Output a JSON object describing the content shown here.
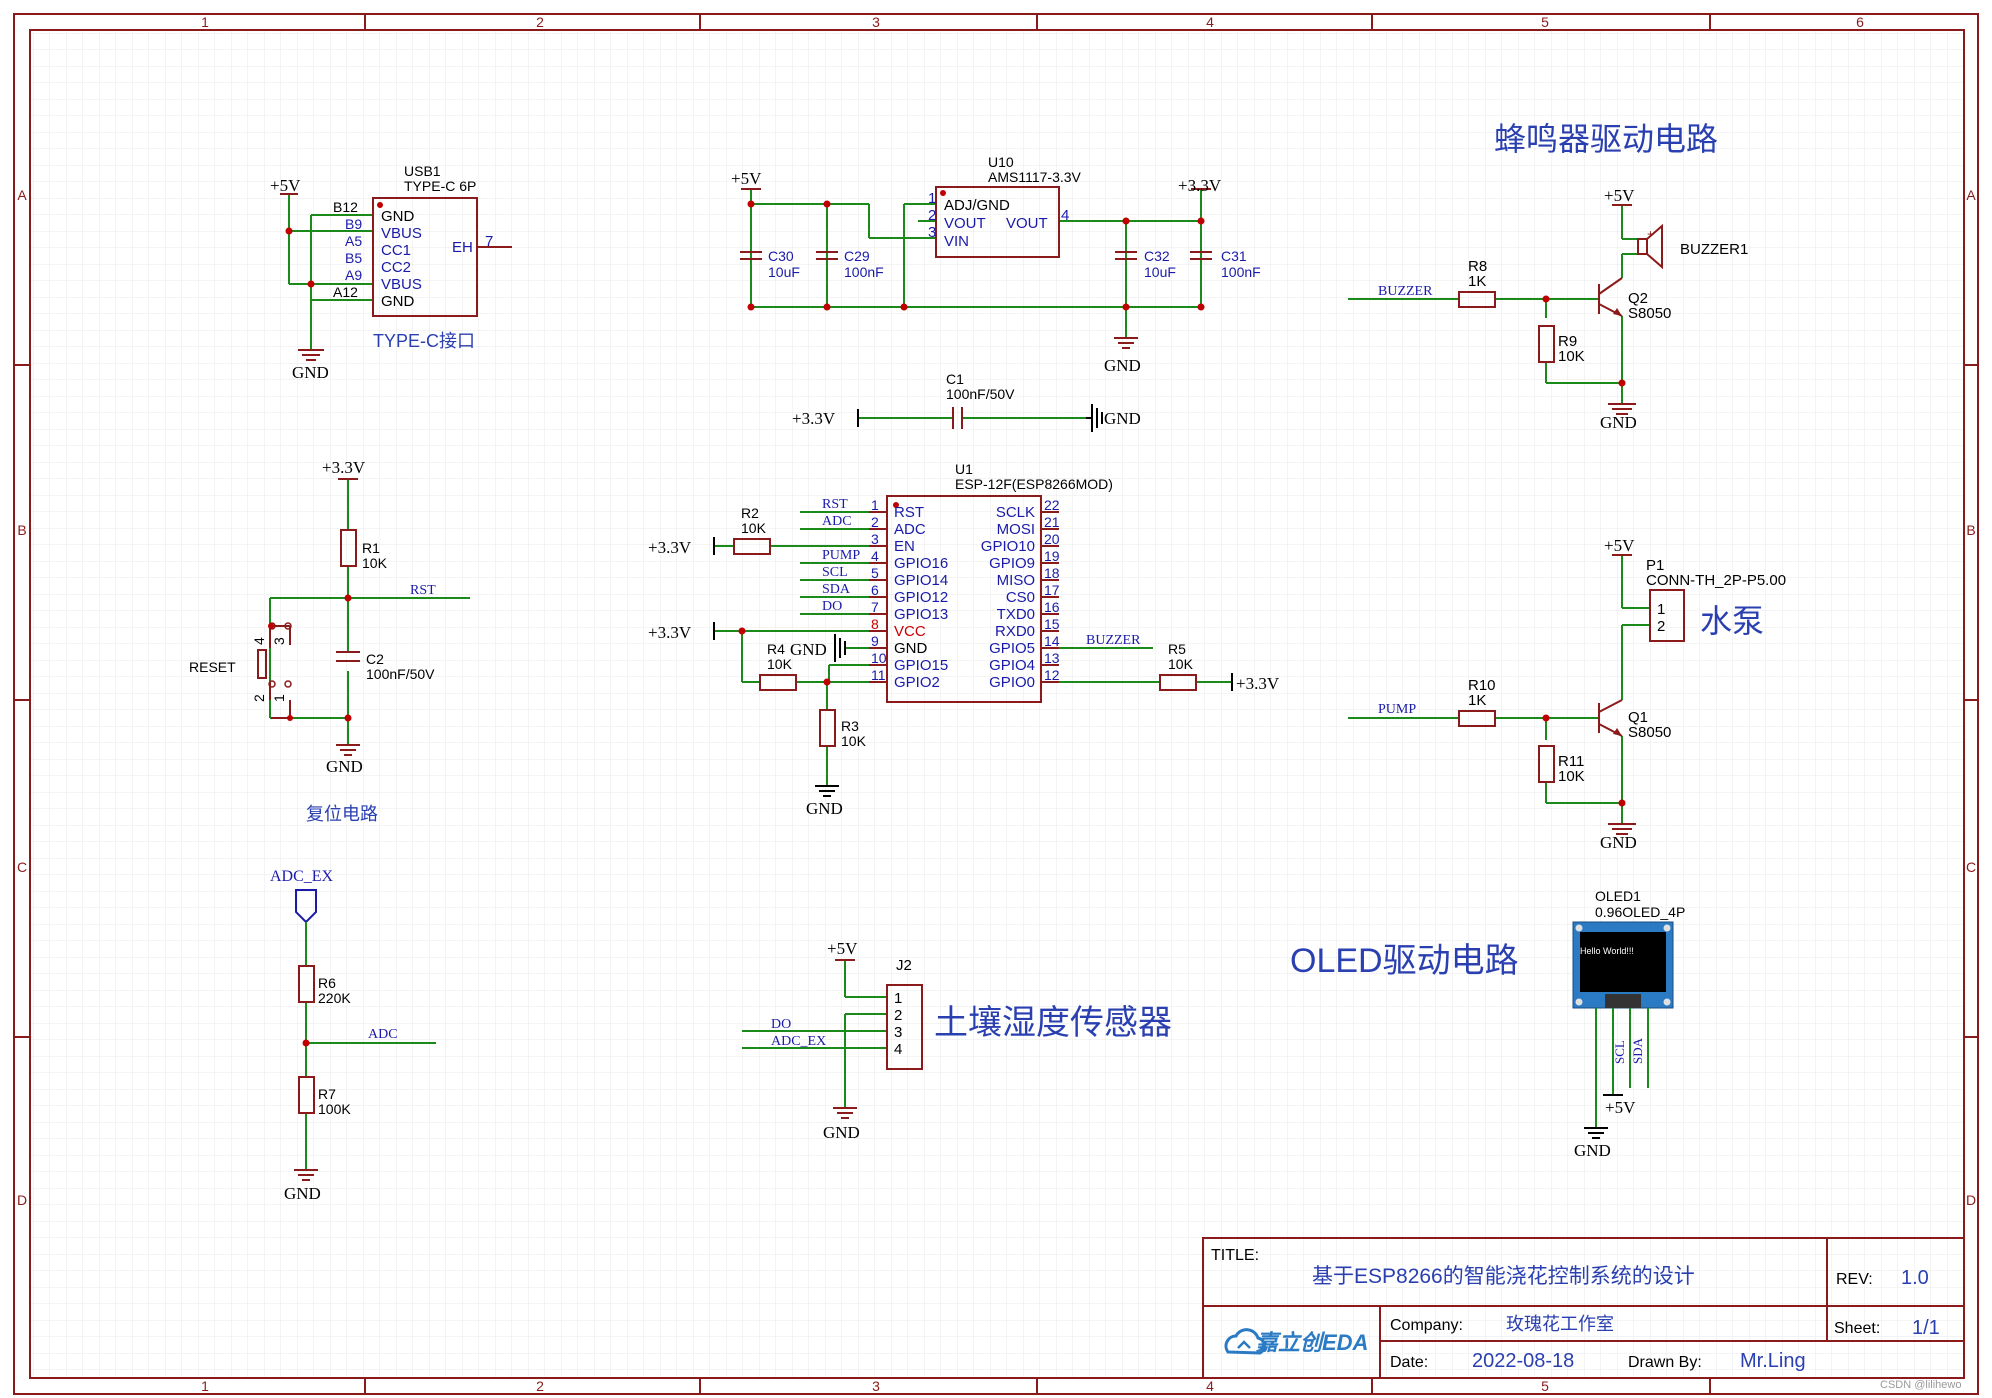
{
  "colors": {
    "wire": "#1a8a1a",
    "part": "#8b1a1a",
    "pin_text": "#1a1aaa",
    "net_text": "#1a1aaa",
    "frame": "#8b1a1a",
    "grid": "#e6e6e6",
    "junction": "#c00000",
    "black": "#000000",
    "blue_title": "#2a3fb0"
  },
  "border": {
    "cols": [
      "1",
      "2",
      "3",
      "4",
      "5",
      "6"
    ],
    "rows": [
      "A",
      "B",
      "C",
      "D"
    ]
  },
  "sections": {
    "buzzer_title": "蜂鸣器驱动电路",
    "pump_label": "水泵",
    "oled_title": "OLED驱动电路",
    "soil_title": "土壤湿度传感器",
    "reset_title": "复位电路",
    "typec_title": "TYPE-C接口"
  },
  "usb": {
    "ref": "USB1",
    "value": "TYPE-C 6P",
    "pin_nums": [
      "B12",
      "B9",
      "A5",
      "B5",
      "A9",
      "A12"
    ],
    "pin_names": [
      "GND",
      "VBUS",
      "CC1",
      "CC2",
      "VBUS",
      "GND"
    ],
    "eh": "EH",
    "eh_num": "7",
    "power": "+5V",
    "gnd": "GND"
  },
  "ldo": {
    "ref": "U10",
    "value": "AMS1117-3.3V",
    "pin_nums": [
      "1",
      "2",
      "3",
      "4"
    ],
    "pin_left": [
      "ADJ/GND",
      "VOUT",
      "VIN"
    ],
    "pin_right": "VOUT",
    "in_power": "+5V",
    "out_power": "+3.3V",
    "gnd": "GND",
    "caps": [
      {
        "ref": "C30",
        "value": "10uF"
      },
      {
        "ref": "C29",
        "value": "100nF"
      },
      {
        "ref": "C32",
        "value": "10uF"
      },
      {
        "ref": "C31",
        "value": "100nF"
      }
    ]
  },
  "c1": {
    "ref": "C1",
    "value": "100nF/50V",
    "power": "+3.3V",
    "gnd": "GND"
  },
  "esp": {
    "ref": "U1",
    "value": "ESP-12F(ESP8266MOD)",
    "left_nums": [
      "1",
      "2",
      "3",
      "4",
      "5",
      "6",
      "7",
      "8",
      "9",
      "10",
      "11"
    ],
    "left_names": [
      "RST",
      "ADC",
      "EN",
      "GPIO16",
      "GPIO14",
      "GPIO12",
      "GPIO13",
      "VCC",
      "GND",
      "GPIO15",
      "GPIO2"
    ],
    "right_nums": [
      "22",
      "21",
      "20",
      "19",
      "18",
      "17",
      "16",
      "15",
      "14",
      "13",
      "12"
    ],
    "right_names": [
      "SCLK",
      "MOSI",
      "GPIO10",
      "GPIO9",
      "MISO",
      "CS0",
      "TXD0",
      "RXD0",
      "GPIO5",
      "GPIO4",
      "GPIO0"
    ],
    "nets_left": [
      "RST",
      "ADC",
      "PUMP",
      "SCL",
      "SDA",
      "DO"
    ],
    "net_buzzer": "BUZZER",
    "r2": {
      "ref": "R2",
      "value": "10K"
    },
    "r4": {
      "ref": "R4",
      "value": "10K"
    },
    "r3": {
      "ref": "R3",
      "value": "10K"
    },
    "r5": {
      "ref": "R5",
      "value": "10K"
    },
    "p33a": "+3.3V",
    "p33b": "+3.3V",
    "p33c": "+3.3V",
    "gnd_a": "GND",
    "gnd_b": "GND"
  },
  "buzzer": {
    "power": "+5V",
    "ref": "BUZZER1",
    "net": "BUZZER",
    "r8": {
      "ref": "R8",
      "value": "1K"
    },
    "r9": {
      "ref": "R9",
      "value": "10K"
    },
    "q2": {
      "ref": "Q2",
      "value": "S8050"
    },
    "gnd": "GND",
    "plus": "+"
  },
  "pump": {
    "power": "+5V",
    "p1_ref": "P1",
    "p1_value": "CONN-TH_2P-P5.00",
    "pins": [
      "1",
      "2"
    ],
    "net": "PUMP",
    "r10": {
      "ref": "R10",
      "value": "1K"
    },
    "r11": {
      "ref": "R11",
      "value": "10K"
    },
    "q1": {
      "ref": "Q1",
      "value": "S8050"
    },
    "gnd": "GND"
  },
  "reset": {
    "power": "+3.3V",
    "r1": {
      "ref": "R1",
      "value": "10K"
    },
    "c2": {
      "ref": "C2",
      "value": "100nF/50V"
    },
    "net": "RST",
    "sw": "RESET",
    "sw_pins": [
      "4",
      "3",
      "2",
      "1"
    ],
    "gnd": "GND"
  },
  "adc": {
    "port": "ADC_EX",
    "r6": {
      "ref": "R6",
      "value": "220K"
    },
    "r7": {
      "ref": "R7",
      "value": "100K"
    },
    "net": "ADC",
    "gnd": "GND"
  },
  "soil": {
    "ref": "J2",
    "power": "+5V",
    "pins": [
      "1",
      "2",
      "3",
      "4"
    ],
    "nets": [
      "DO",
      "ADC_EX"
    ],
    "gnd": "GND"
  },
  "oled": {
    "ref": "OLED1",
    "value": "0.96OLED_4P",
    "screen_text": "Hello World!!!",
    "pins": [
      "SCL",
      "SDA"
    ],
    "power": "+5V",
    "gnd": "GND"
  },
  "title_block": {
    "title_label": "TITLE:",
    "title": "基于ESP8266的智能浇花控制系统的设计",
    "rev_label": "REV:",
    "rev": "1.0",
    "logo": "嘉立创EDA",
    "company_label": "Company:",
    "company": "玫瑰花工作室",
    "sheet_label": "Sheet:",
    "sheet": "1/1",
    "date_label": "Date:",
    "date": "2022-08-18",
    "drawn_label": "Drawn By:",
    "drawn": "Mr.Ling"
  },
  "watermark": "CSDN @lilihewo"
}
